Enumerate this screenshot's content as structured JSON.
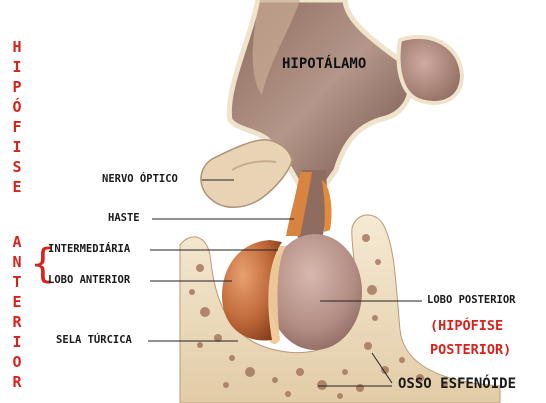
{
  "side_title": {
    "upper": [
      "H",
      "I",
      "P",
      "Ó",
      "F",
      "I",
      "S",
      "E"
    ],
    "lower": [
      "A",
      "N",
      "T",
      "E",
      "R",
      "I",
      "O",
      "R"
    ]
  },
  "labels": {
    "hypothalamus": "HIPOTÁLAMO",
    "optic_nerve": "NERVO ÓPTICO",
    "stalk": "HASTE",
    "intermediate": "INTERMEDIÁRIA",
    "anterior_lobe": "LOBO ANTERIOR",
    "sella_turcica": "SELA TÚRCICA",
    "posterior_lobe": "LOBO POSTERIOR",
    "posterior_pituitary_line1": "(HIPÓFISE",
    "posterior_pituitary_line2": "POSTERIOR)",
    "sphenoid_bone": "OSSO ESFENÓIDE"
  },
  "colors": {
    "accent_red": "#d9221c",
    "bone": "#efe1c6",
    "bone_pore": "#a0725a",
    "tissue": "#a98877",
    "anterior_lobe": "#c06a3a",
    "posterior_lobe": "#b08b82",
    "stalk": "#d8833f"
  }
}
